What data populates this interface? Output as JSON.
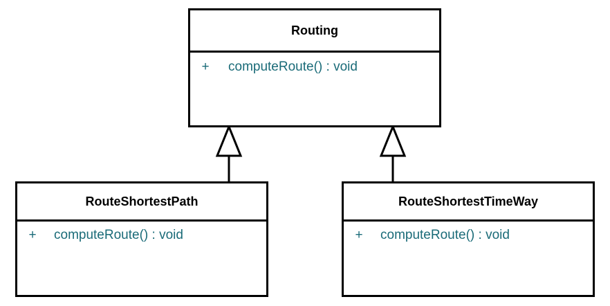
{
  "diagram": {
    "type": "uml-class-diagram",
    "background_color": "#ffffff",
    "border_color": "#000000",
    "member_text_color": "#1a6b78",
    "class_name_color": "#000000",
    "classes": [
      {
        "id": "routing",
        "name": "Routing",
        "role": "superclass",
        "members": [
          {
            "visibility": "+",
            "signature": "computeRoute() : void"
          }
        ]
      },
      {
        "id": "route-shortest-path",
        "name": "RouteShortestPath",
        "role": "subclass",
        "members": [
          {
            "visibility": "+",
            "signature": "computeRoute() : void"
          }
        ]
      },
      {
        "id": "route-shortest-time-way",
        "name": "RouteShortestTimeWay",
        "role": "subclass",
        "members": [
          {
            "visibility": "+",
            "signature": "computeRoute() : void"
          }
        ]
      }
    ],
    "relationships": [
      {
        "id": "gen-left",
        "kind": "generalization",
        "from": "RouteShortestPath",
        "to": "Routing",
        "arrowhead": "hollow-triangle"
      },
      {
        "id": "gen-right",
        "kind": "generalization",
        "from": "RouteShortestTimeWay",
        "to": "Routing",
        "arrowhead": "hollow-triangle"
      }
    ]
  }
}
